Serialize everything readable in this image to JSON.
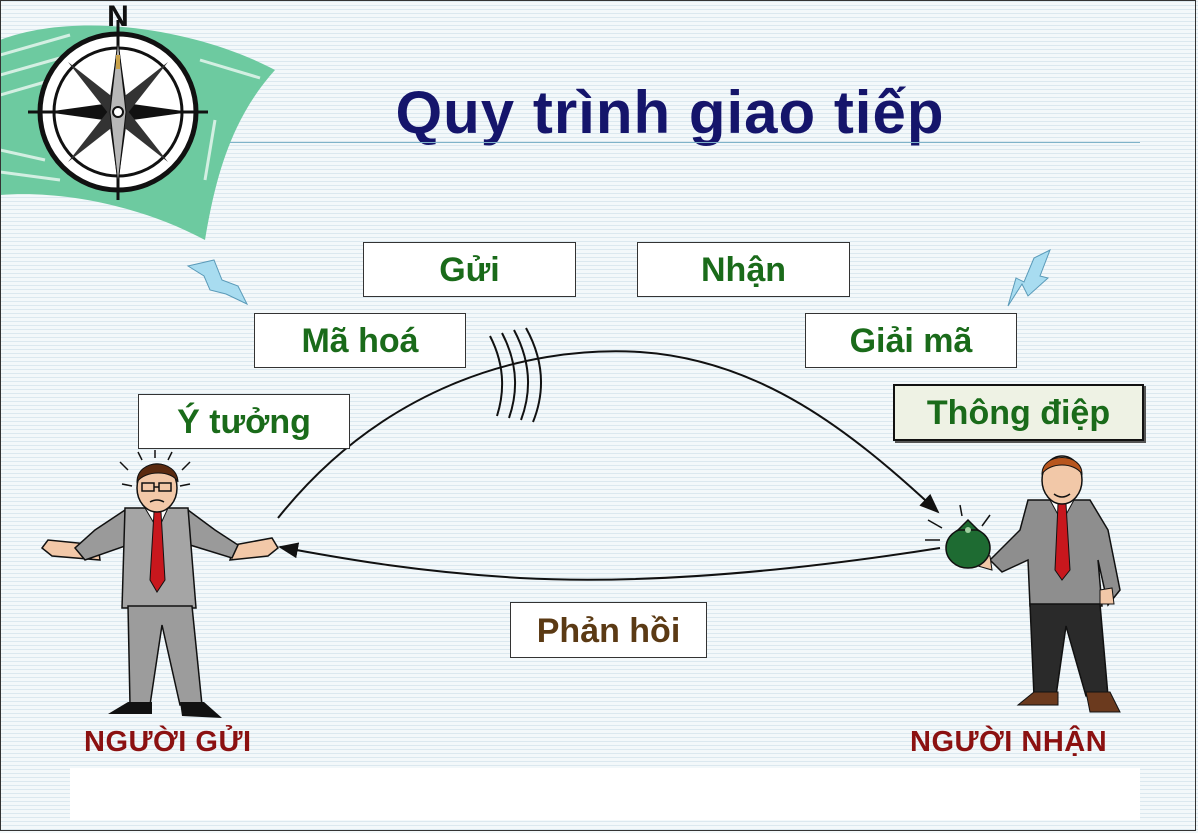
{
  "title": "Quy trình giao tiếp",
  "compass_letter": "N",
  "boxes": {
    "send": "Gửi",
    "receive": "Nhận",
    "encode": "Mã hoá",
    "decode": "Giải mã",
    "idea": "Ý tưởng",
    "message": "Thông điệp",
    "feedback": "Phản hồi"
  },
  "captions": {
    "sender": "NGƯỜI GỬI",
    "receiver": "NGƯỜI NHẬN"
  },
  "colors": {
    "title": "#15156b",
    "box_text": "#1a6b1a",
    "feedback_text": "#5b3a14",
    "caption": "#8b1111",
    "compass_swoosh": "#6dcaa0",
    "lightning": "#a8dcf0"
  }
}
